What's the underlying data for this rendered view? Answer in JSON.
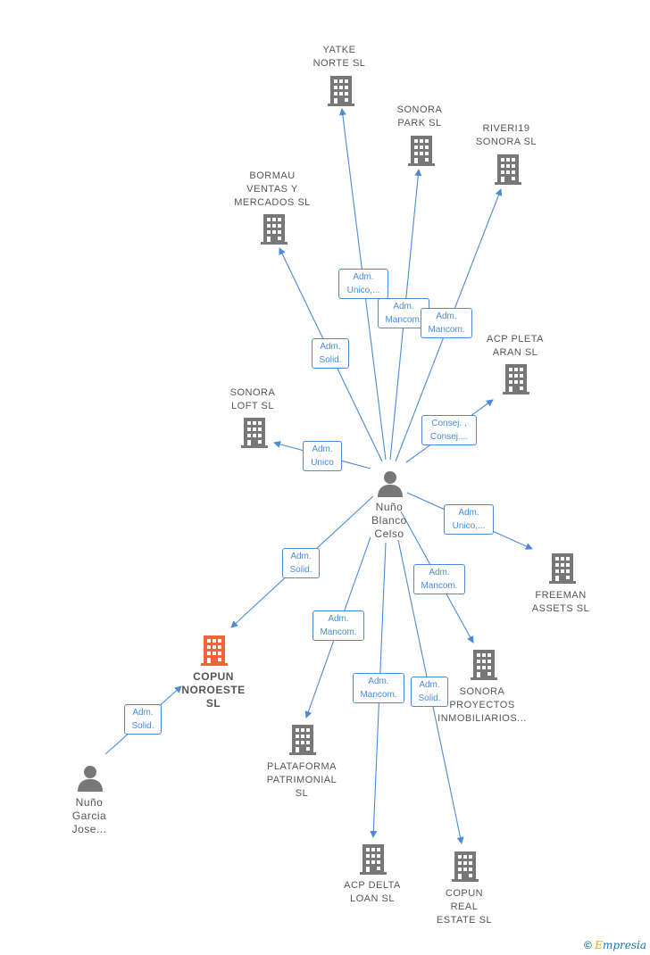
{
  "colors": {
    "edge": "#4a8ad6",
    "building": "#777777",
    "focus_building": "#f0643c",
    "person": "#777777",
    "text": "#555555"
  },
  "nodes": {
    "yatke": {
      "label": "YATKE\nNORTE  SL",
      "icon": "building-icon"
    },
    "sonora_park": {
      "label": "SONORA\nPARK  SL",
      "icon": "building-icon"
    },
    "riveri19": {
      "label": "RIVERI19\nSONORA  SL",
      "icon": "building-icon"
    },
    "bormau": {
      "label": "BORMAU\nVENTAS Y\nMERCADOS SL",
      "icon": "building-icon"
    },
    "acp_pleta": {
      "label": "ACP PLETA\nARAN  SL",
      "icon": "building-icon"
    },
    "sonora_loft": {
      "label": "SONORA\nLOFT  SL",
      "icon": "building-icon"
    },
    "nuno_blanco": {
      "label": "Nuño\nBlanco\nCelso",
      "icon": "person-icon"
    },
    "freeman": {
      "label": "FREEMAN\nASSETS  SL",
      "icon": "building-icon"
    },
    "copun_noroeste": {
      "label": "COPUN\nNOROESTE\nSL",
      "icon": "building-icon"
    },
    "sonora_proyectos": {
      "label": "SONORA\nPROYECTOS\nINMOBILIARIOS...",
      "icon": "building-icon"
    },
    "plataforma": {
      "label": "PLATAFORMA\nPATRIMONIAL\nSL",
      "icon": "building-icon"
    },
    "nuno_garcia": {
      "label": "Nuño\nGarcia\nJose...",
      "icon": "person-icon"
    },
    "acp_delta": {
      "label": "ACP DELTA\nLOAN  SL",
      "icon": "building-icon"
    },
    "copun_real": {
      "label": "COPUN\nREAL\nESTATE  SL",
      "icon": "building-icon"
    }
  },
  "edges": {
    "yatke": "Adm.\nUnico,...",
    "sonora_park": "Adm.\nMancom.",
    "riveri19": "Adm.\nMancom.",
    "bormau": "Adm.\nSolid.",
    "acp_pleta": "Consej. ,\nConsej....",
    "sonora_loft": "Adm.\nUnico",
    "freeman": "Adm.\nUnico,...",
    "copun_noroeste": "Adm.\nSolid.",
    "sonora_proyectos": "Adm.\nMancom.",
    "plataforma": "Adm.\nMancom.",
    "acp_delta": "Adm.\nMancom.",
    "copun_real": "Adm.\nSolid.",
    "garcia_copun": "Adm.\nSolid."
  },
  "footer": {
    "symbol": "©",
    "brand_first": "E",
    "brand_rest": "mpresia"
  }
}
